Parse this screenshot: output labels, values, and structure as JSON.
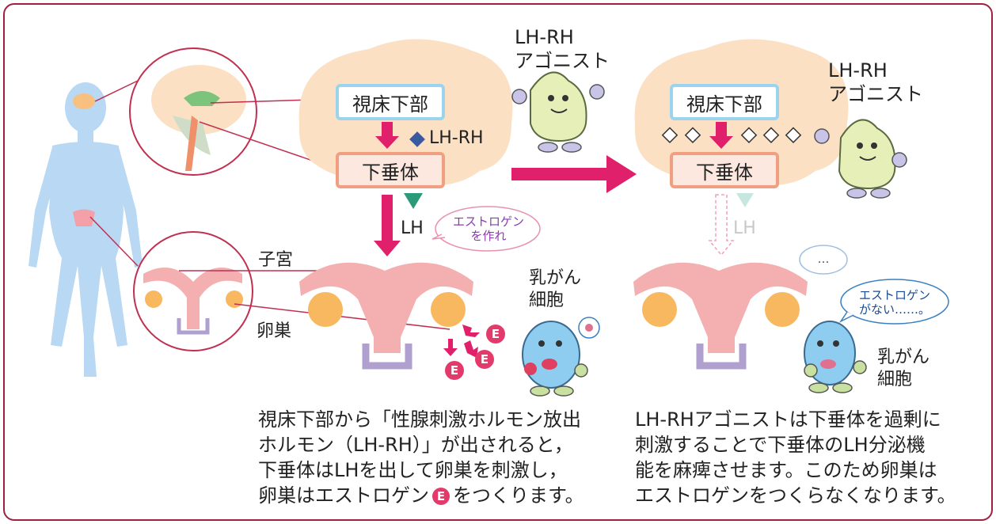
{
  "left": {
    "hypothalamus": "視床下部",
    "pituitary": "下垂体",
    "lhrh": "LH-RH",
    "lh": "LH",
    "uterus": "子宮",
    "ovary": "卵巣",
    "speech_estrogen": "エストロゲン\nを作れ",
    "cancer_cell": "乳がん\n細胞",
    "estrogen_mark": "E",
    "description": "視床下部から「性腺刺激ホルモン放出\nホルモン（LH-RH）」が出されると，\n下垂体はLHを出して卵巣を刺激し，\n卵巣はエストロゲン",
    "description_end": "をつくります。"
  },
  "right": {
    "agonist_top": "LH-RH\nアゴニスト",
    "agonist_right": "LH-RH\nアゴニスト",
    "hypothalamus": "視床下部",
    "pituitary": "下垂体",
    "lh": "LH",
    "speech_dots": "…",
    "speech_no_estrogen": "エストロゲン\nがない……。",
    "cancer_cell": "乳がん\n細胞",
    "description": "LH-RHアゴニストは下垂体を過剰に\n刺激することで下垂体のLH分泌機\n能を麻痺させます。このため卵巣は\nエストロゲンをつくらなくなります。"
  },
  "colors": {
    "frame": "#a02040",
    "arrow": "#e0206a",
    "brain": "#fbe0c4",
    "body": "#b8d8f4",
    "estrogen": "#e23a6a"
  }
}
